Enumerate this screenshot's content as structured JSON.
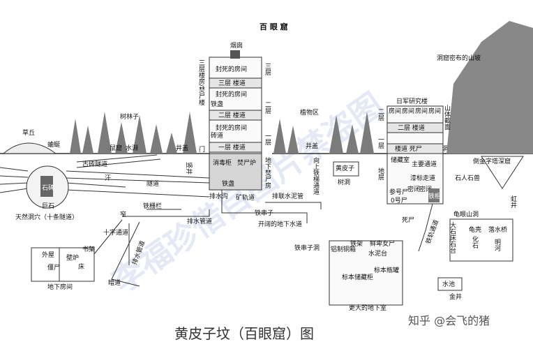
{
  "title": "百 眼 窟",
  "caption": "黄皮子坟（百眼窟）图",
  "credit": "知乎 @会飞的猪",
  "watermark": "李福珍借目图片禁盗图",
  "left_area": {
    "grass_hill": "草丘",
    "snake": "蛐蜒",
    "rat_hole": "鼠窟",
    "water_pit": "水淵",
    "tree_forest": "树林子",
    "old_brick_road": "古砖隧道",
    "tunnel_1": "隧道",
    "tunnel_2": "隧道",
    "stone_tablet": "石碑",
    "rock": "巨石",
    "natural_cave": "天然洞穴（十条隧道）",
    "sweat": "汗",
    "iron_fence": "铁栅栏",
    "cross_tunnel": "十字通道",
    "narrow": "窄",
    "drain_pipe_1": "排水管道",
    "drain_pipe_2": "排水管道",
    "dark_tunnel": "暗道"
  },
  "house": {
    "outer_room": "外屋",
    "bookshelf": "书架",
    "zombie": "僵尸",
    "bed": "床",
    "stove": "壁炉",
    "underground_room": "地下房间"
  },
  "tower": {
    "chimney": "烟囱",
    "room_dead_top": "封死的房间",
    "floor3": "三层 楼道",
    "room_dead_mid": "封死的房间",
    "iron_box": "铁盏",
    "floor2": "二层 楼道",
    "room_dead_low": "封死的房间",
    "brick_road": "砖道",
    "floor1": "一层 楼道",
    "disinfection": "消毒柜",
    "incinerator": "焚尸炉",
    "iron_box2": "铁盏",
    "ore_track": "矿轨道",
    "left_vertical": "三层楼房/焚尸楼",
    "right_labels": [
      "三层",
      "二层",
      "一层",
      "地下焚尸房"
    ],
    "well_cover": "井盖",
    "shaft": "竖井",
    "drain_ditch": "排水沟",
    "gate": "门",
    "iron_string_tunnel": "排联水泥管",
    "iron_pipe": "铁串子",
    "open_drain": "开阔的地下水道",
    "iron_hole": "铁串子洞"
  },
  "center": {
    "plant_zone": "植物区",
    "upward_stair": "向上铁梯通道",
    "well_cover2": "井盖",
    "weasel": "黄皮子",
    "tree_hole": "树洞"
  },
  "lab": {
    "title": "日军研究楼",
    "rooms_row": [
      "房间",
      "房间",
      "房间",
      "房间"
    ],
    "floor2": "二层 楼道",
    "floor1": "楼道 死尸",
    "cave_mouth": "洞口",
    "right_labels": [
      "二层",
      "一层",
      "地层"
    ],
    "locked_room": "储藏室",
    "main_channel": "主要通道",
    "stair": "漆标走道",
    "rooms": [
      "密闭",
      "密闭",
      "密闭"
    ],
    "corpse": "0号尸",
    "iron_cabinet": "铁柜",
    "dead_body": "死尸",
    "iron_road": "铁轨通道",
    "bodies": "参号尸"
  },
  "right_area": {
    "mountain": "洞窟密布的山坡",
    "cliff": "山体截面",
    "stone_man": "石人石兽",
    "shaft_deep": "倒金字塔深窟",
    "well_label": "虹井",
    "turtle_cave": "龟眼山洞",
    "giant_turtle": "龟壳",
    "fossil": "化石",
    "stone_bridge": "落水桥",
    "bright_river": "明河",
    "stone_tablet": "大石床石台",
    "water_pool": "水池",
    "gold_well": "金井"
  },
  "basement": {
    "iron_rack": "铁架",
    "wine": "鲜卑女尸",
    "cement": "水泥台",
    "copper_box": "铝制铜箱",
    "specimens": "标本瓶罐",
    "spec_cabinet": "标本储藏柜",
    "bigger_room": "更大的地下室"
  }
}
